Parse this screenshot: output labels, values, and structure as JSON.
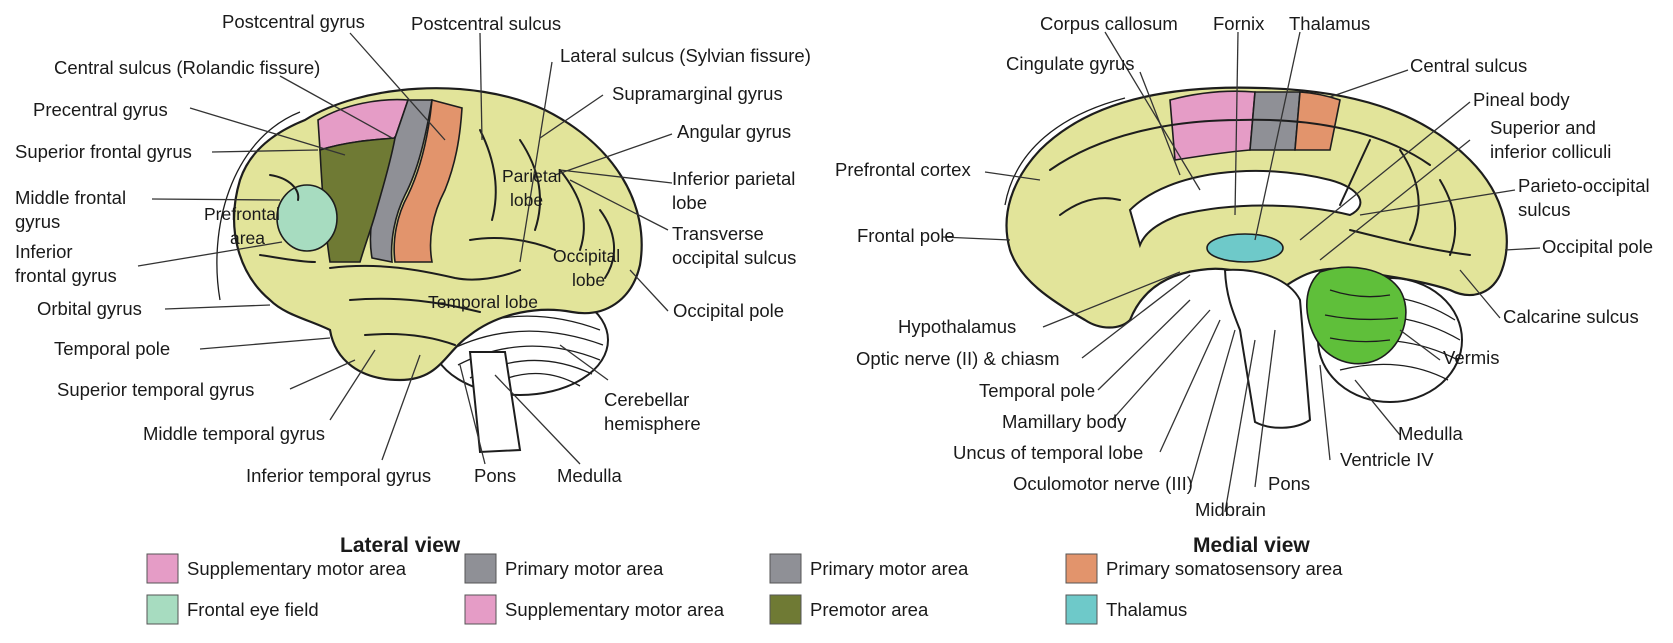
{
  "lateral": {
    "title": "Lateral view",
    "labels": {
      "postcentral_gyrus": "Postcentral gyrus",
      "postcentral_sulcus": "Postcentral sulcus",
      "central_sulcus": "Central sulcus (Rolandic fissure)",
      "lateral_sulcus": "Lateral sulcus (Sylvian fissure)",
      "precentral_gyrus": "Precentral gyrus",
      "supramarginal_gyrus": "Supramarginal gyrus",
      "superior_frontal_gyrus": "Superior frontal gyrus",
      "angular_gyrus": "Angular gyrus",
      "middle_frontal_gyrus_1": "Middle frontal",
      "middle_frontal_gyrus_2": "gyrus",
      "inferior_parietal_lobe_1": "Inferior parietal",
      "inferior_parietal_lobe_2": "lobe",
      "inferior_frontal_gyrus_1": "Inferior",
      "inferior_frontal_gyrus_2": "frontal gyrus",
      "transverse_occipital_1": "Transverse",
      "transverse_occipital_2": "occipital sulcus",
      "orbital_gyrus": "Orbital gyrus",
      "occipital_pole": "Occipital pole",
      "temporal_pole": "Temporal pole",
      "superior_temporal_gyrus": "Superior temporal gyrus",
      "cerebellar_hemisphere_1": "Cerebellar",
      "cerebellar_hemisphere_2": "hemisphere",
      "middle_temporal_gyrus": "Middle temporal gyrus",
      "inferior_temporal_gyrus": "Inferior temporal gyrus",
      "pons": "Pons",
      "medulla": "Medulla"
    },
    "inside": {
      "prefrontal_1": "Prefrontal",
      "prefrontal_2": "area",
      "parietal_1": "Parietal",
      "parietal_2": "lobe",
      "occipital_1": "Occipital",
      "occipital_2": "lobe",
      "temporal": "Temporal lobe"
    }
  },
  "medial": {
    "title": "Medial view",
    "labels": {
      "corpus_callosum": "Corpus callosum",
      "fornix": "Fornix",
      "thalamus": "Thalamus",
      "cingulate_gyrus": "Cingulate gyrus",
      "central_sulcus": "Central sulcus",
      "pineal_body": "Pineal body",
      "superior_inferior_colliculi_1": "Superior and",
      "superior_inferior_colliculi_2": "inferior colliculi",
      "prefrontal_cortex": "Prefrontal cortex",
      "parieto_occipital_1": "Parieto-occipital",
      "parieto_occipital_2": "sulcus",
      "frontal_pole": "Frontal pole",
      "occipital_pole": "Occipital pole",
      "hypothalamus": "Hypothalamus",
      "calcarine_sulcus": "Calcarine sulcus",
      "optic_nerve": "Optic nerve (II) & chiasm",
      "vermis": "Vermis",
      "temporal_pole": "Temporal pole",
      "mamillary_body": "Mamillary body",
      "medulla": "Medulla",
      "uncus": "Uncus of temporal lobe",
      "ventricle_iv": "Ventricle IV",
      "oculomotor_nerve": "Oculomotor nerve (III)",
      "pons": "Pons",
      "midbrain": "Midbrain"
    }
  },
  "legend": [
    {
      "label": "Supplementary motor area",
      "color": "#e59cc6"
    },
    {
      "label": "Primary motor area",
      "color": "#8f9096"
    },
    {
      "label": "Primary motor area",
      "color": "#8f9096"
    },
    {
      "label": "Primary somatosensory area",
      "color": "#e2946c"
    },
    {
      "label": "Frontal eye field",
      "color": "#a7dcc0"
    },
    {
      "label": "Supplementary motor area",
      "color": "#e59cc6"
    },
    {
      "label": "Premotor area",
      "color": "#6f7a34"
    },
    {
      "label": "Thalamus",
      "color": "#6ec9c9"
    }
  ],
  "colors": {
    "cortex": "#e2e49a",
    "supplementary_motor": "#e59cc6",
    "primary_motor": "#8f9096",
    "somatosensory": "#e2946c",
    "frontal_eye_field": "#a7dcc0",
    "premotor": "#6f7a34",
    "thalamus": "#6ec9c9",
    "vermis": "#5fbf3a"
  }
}
